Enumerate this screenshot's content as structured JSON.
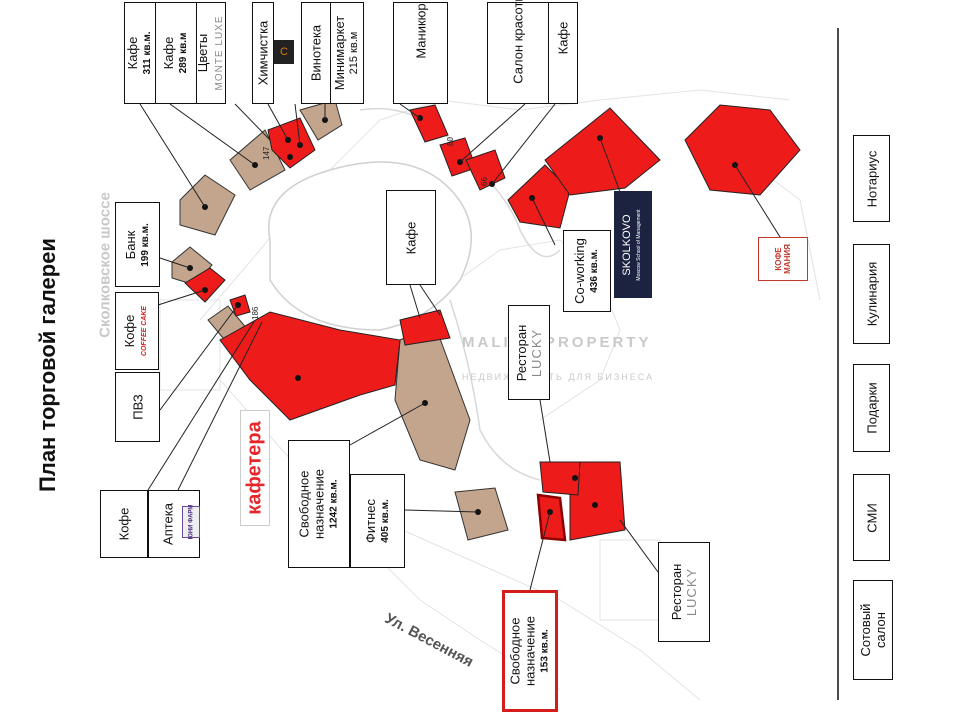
{
  "map": {
    "title": "План торговой галереи",
    "streets": {
      "skolkovskoe": "Сколковское шоссе",
      "vesennyaya": "Ул. Весенняя"
    },
    "unit_numbers": [
      "147",
      "186",
      "80",
      "66"
    ],
    "watermark": {
      "line1": "MALINA PROPERTY",
      "line2": "НЕДВИЖИМОСТЬ ДЛЯ БИЗНЕСА"
    },
    "colors": {
      "available": "#ee1b1b",
      "occupied": "#c3a48c",
      "outline": "#000000"
    }
  },
  "top_labels": [
    {
      "name": "Кафе",
      "area": "311 кв.м."
    },
    {
      "name": "Кафе",
      "area": "289 кв.м"
    },
    {
      "name": "Цветы",
      "area": ""
    },
    {
      "name": "MONTE LUXE",
      "area": ""
    },
    {
      "name": "Химчистка",
      "area": ""
    },
    {
      "name": "Винотека",
      "area": ""
    },
    {
      "name": "Минимаркет",
      "area": "215 кв.м"
    },
    {
      "name": "Маникюр",
      "area": ""
    },
    {
      "name": "Салон красоты",
      "area": ""
    },
    {
      "name": "Кафе",
      "area": ""
    }
  ],
  "left_labels": {
    "bank": {
      "name": "Банк",
      "area": "199 кв.м."
    },
    "coffee_logo": {
      "name": "Кофе",
      "logo": "COFFEE CAKE"
    },
    "pvz": {
      "name": "ПВЗ"
    },
    "coffee": {
      "name": "Кофе"
    },
    "pharmacy": {
      "name": "Аптека",
      "logo": "ЮНИ ФАРМ"
    },
    "kafetera": {
      "logo": "кафетера"
    }
  },
  "center_labels": {
    "cafe": {
      "name": "Кафе"
    },
    "free_1242": {
      "name": "Свободное назначение",
      "area": "1242 кв.м."
    },
    "fitness": {
      "name": "Фитнес",
      "area": "405 кв.м."
    },
    "restaurant_top": {
      "name": "Ресторан",
      "brand": "LUCKY"
    },
    "restaurant_bottom": {
      "name": "Ресторан",
      "brand": "LUCKY"
    },
    "free_153": {
      "name": "Свободное назначение",
      "area": "153 кв.м."
    },
    "coworking": {
      "name": "Co-working",
      "area": "436 кв.м."
    },
    "skolkovo": {
      "name": "SKOLKOVO",
      "sub": "Moscow School of Management"
    },
    "kofemania": {
      "line1": "КОФЕ",
      "line2": "МАНИЯ"
    }
  },
  "legend": [
    {
      "name": "Нотариус"
    },
    {
      "name": "Кулинария"
    },
    {
      "name": "Подарки"
    },
    {
      "name": "СМИ"
    },
    {
      "name": "Сотовый салон"
    }
  ]
}
